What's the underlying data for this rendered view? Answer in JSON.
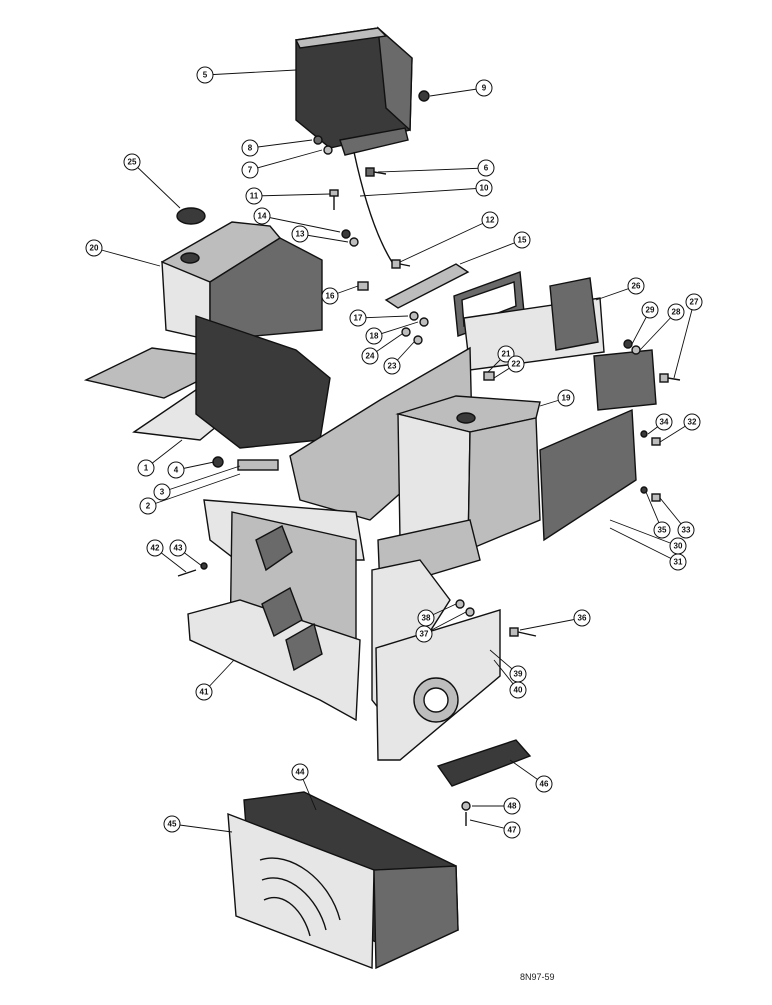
{
  "drawing_ref": "8N97-59",
  "callouts": [
    "5",
    "9",
    "8",
    "7",
    "6",
    "11",
    "10",
    "25",
    "14",
    "13",
    "12",
    "15",
    "20",
    "16",
    "17",
    "18",
    "26",
    "29",
    "28",
    "27",
    "24",
    "23",
    "21",
    "22",
    "19",
    "1",
    "4",
    "34",
    "32",
    "3",
    "2",
    "35",
    "33",
    "30",
    "31",
    "42",
    "43",
    "38",
    "36",
    "37",
    "39",
    "40",
    "41",
    "46",
    "44",
    "45",
    "48",
    "47"
  ]
}
